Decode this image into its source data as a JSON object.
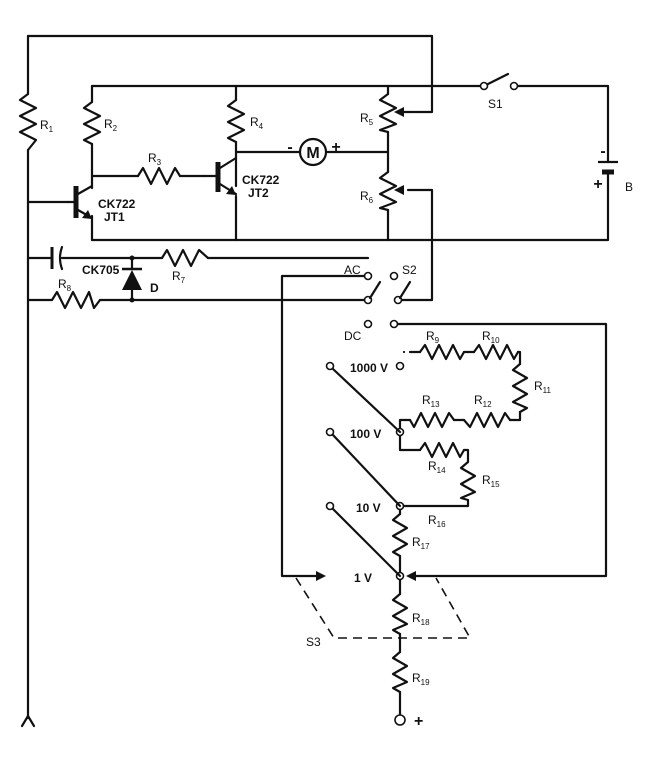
{
  "labels": {
    "R1": {
      "main": "R",
      "sub": "1"
    },
    "R2": {
      "main": "R",
      "sub": "2"
    },
    "R3": {
      "main": "R",
      "sub": "3"
    },
    "R4": {
      "main": "R",
      "sub": "4"
    },
    "R5": {
      "main": "R",
      "sub": "5"
    },
    "R6": {
      "main": "R",
      "sub": "6"
    },
    "R7": {
      "main": "R",
      "sub": "7"
    },
    "R8": {
      "main": "R",
      "sub": "8"
    },
    "R9": {
      "main": "R",
      "sub": "9"
    },
    "R10": {
      "main": "R",
      "sub": "10"
    },
    "R11": {
      "main": "R",
      "sub": "11"
    },
    "R12": {
      "main": "R",
      "sub": "12"
    },
    "R13": {
      "main": "R",
      "sub": "13"
    },
    "R14": {
      "main": "R",
      "sub": "14"
    },
    "R15": {
      "main": "R",
      "sub": "15"
    },
    "R16": {
      "main": "R",
      "sub": "16"
    },
    "R17": {
      "main": "R",
      "sub": "17"
    },
    "R18": {
      "main": "R",
      "sub": "18"
    },
    "R19": {
      "main": "R",
      "sub": "19"
    }
  },
  "transistors": {
    "jt1": {
      "type": "CK722",
      "name": "JT1"
    },
    "jt2": {
      "type": "CK722",
      "name": "JT2"
    }
  },
  "diode": {
    "type": "CK705",
    "name": "D"
  },
  "meter": {
    "symbol": "M",
    "minus": "-",
    "plus": "+"
  },
  "battery": {
    "name": "B",
    "minus": "-",
    "plus": "+"
  },
  "switches": {
    "s1": "S1",
    "s2": "S2",
    "s3": "S3"
  },
  "modes": {
    "ac": "AC",
    "dc": "DC"
  },
  "ranges": [
    "1000 V",
    "100 V",
    "10 V",
    "1 V"
  ],
  "probes": {
    "plus": "+",
    "common": "⋏"
  }
}
